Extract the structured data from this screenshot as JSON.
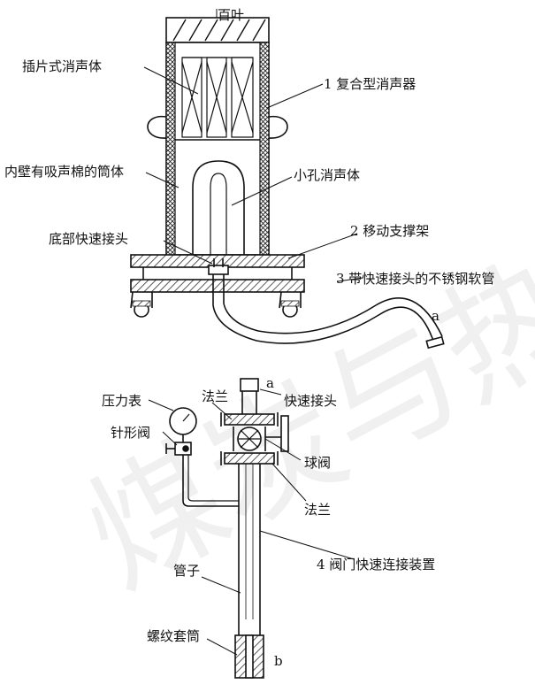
{
  "watermark": {
    "text": "煤炭与热力"
  },
  "top_diagram": {
    "labels": {
      "louver": "百叶",
      "insert_muffler": "插片式消声体",
      "composite_muffler": "1 复合型消声器",
      "cylinder": "内壁有吸声棉的筒体",
      "orifice_muffler": "小孔消声体",
      "bottom_connector": "底部快速接头",
      "support_frame": "2 移动支撑架",
      "hose": "3 带快速接头的不锈钢软管",
      "point_a": "a"
    }
  },
  "bottom_diagram": {
    "labels": {
      "pressure_gauge": "压力表",
      "flange_top": "法兰",
      "point_a": "a",
      "quick_connector": "快速接头",
      "needle_valve": "针形阀",
      "ball_valve": "球阀",
      "flange_bottom": "法兰",
      "pipe": "管子",
      "valve_device": "4 阀门快速连接装置",
      "thread_sleeve": "螺纹套筒",
      "point_b": "b"
    }
  },
  "colors": {
    "line": "#111111",
    "hatch": "#333333",
    "watermark": "#e4e4e4"
  }
}
